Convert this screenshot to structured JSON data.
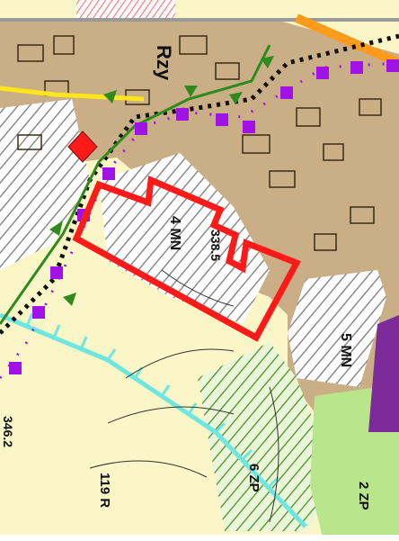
{
  "map": {
    "type": "zoning-plan-excerpt",
    "colors": {
      "residential_MN": "#c9ae86",
      "agricultural_R": "#fbf6c8",
      "green_ZP": "#b9e58c",
      "hatch": "#7a7a7a",
      "plot_outline": "#ff1a1a",
      "boundary_purple": "#a012e6",
      "boundary_green": "#2f8a1e",
      "road_yellow": "#ffe61a",
      "cyan_line": "#6ee7e0",
      "orange_line": "#ff9a1a",
      "marker_red": "#ff1a1a",
      "violet_zone": "#7d2a9b",
      "grey_frame": "#9a9a9a"
    },
    "labels": {
      "village": "Rzy",
      "zone_4mn": "4 MN",
      "zone_5mn": "5 MN",
      "zone_6zp": "6 ZP",
      "zone_2zp": "2 ZP",
      "zone_119r": "119 R",
      "spot_height_1": "338.5",
      "spot_height_2": "346.2"
    },
    "icons": [
      "diamond-marker-icon"
    ]
  }
}
